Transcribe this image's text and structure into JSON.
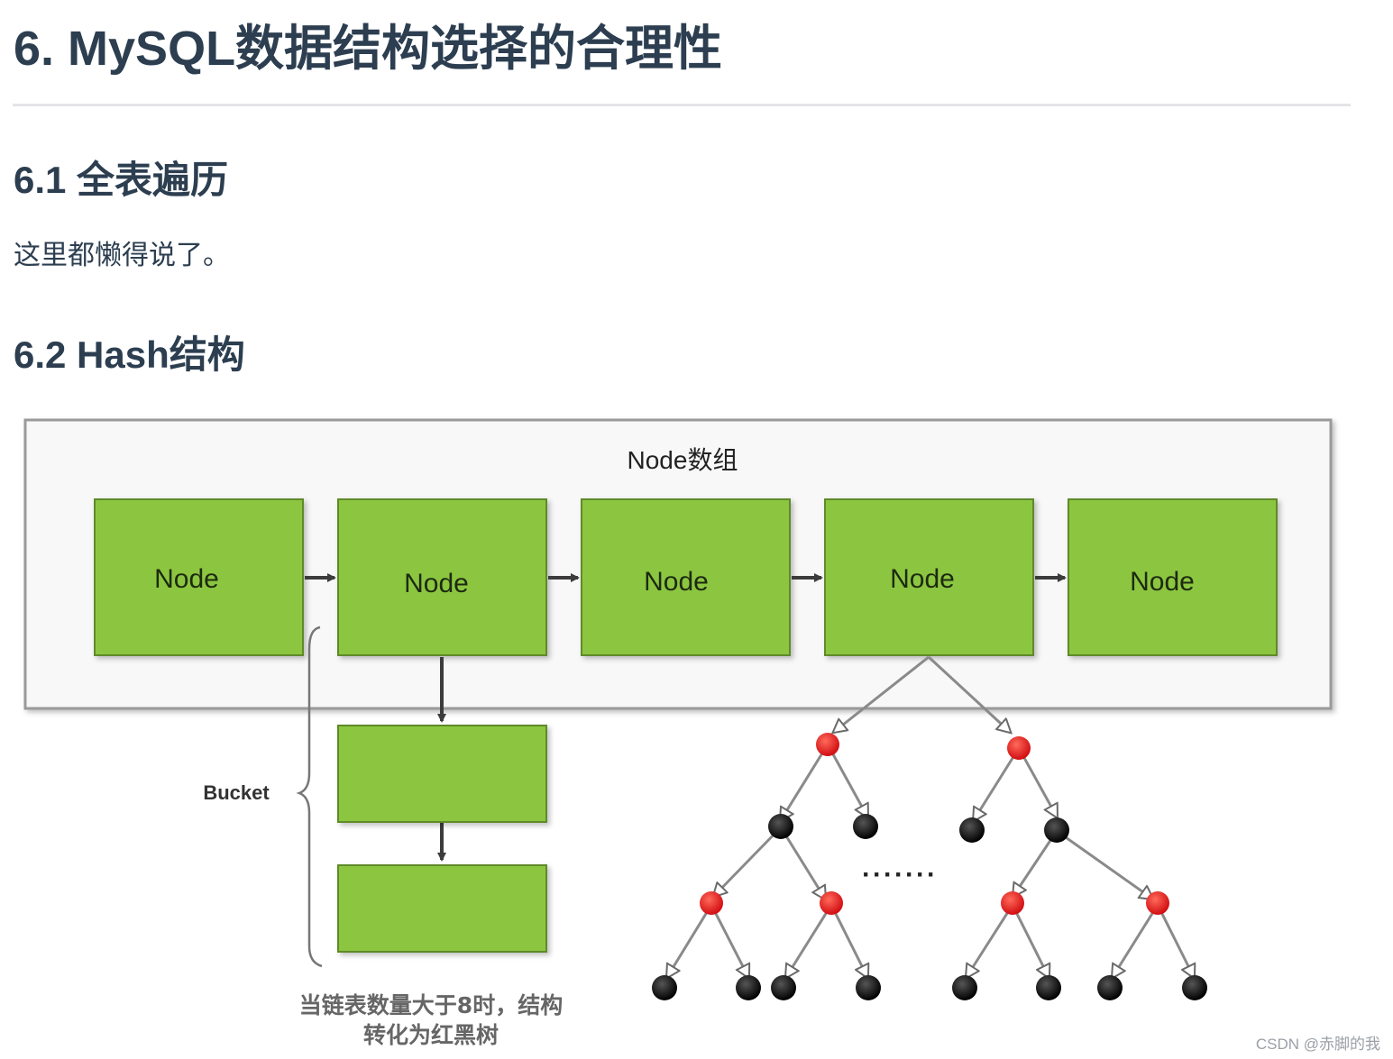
{
  "page": {
    "title": "6. MySQL数据结构选择的合理性",
    "sections": [
      {
        "heading": "6.1 全表遍历",
        "text": "这里都懒得说了。"
      },
      {
        "heading": "6.2 Hash结构"
      }
    ]
  },
  "figure": {
    "array_label": "Node数组",
    "nodes": [
      "Node",
      "Node",
      "Node",
      "Node",
      "Node"
    ],
    "bucket_label": "Bucket",
    "ellipsis": "·······",
    "caption_line1": "当链表数量大于8时，结构",
    "caption_line2": "转化为红黑树",
    "colors": {
      "node_fill": "#8cc63f",
      "node_stroke": "#5e8a2a",
      "red_node": "#e0191f",
      "black_node": "#0a0a0a"
    }
  },
  "watermark": "CSDN @赤脚的我"
}
